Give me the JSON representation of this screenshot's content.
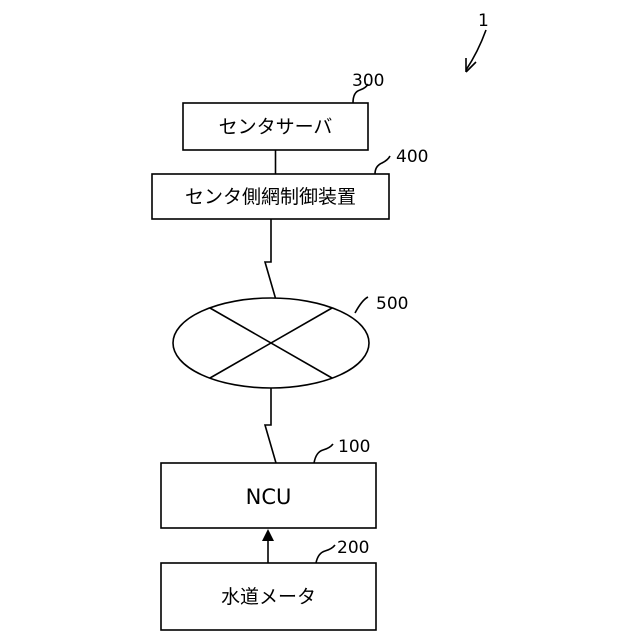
{
  "figure": {
    "system_ref": "1"
  },
  "nodes": {
    "center_server": {
      "label": "センタサーバ",
      "ref": "300"
    },
    "center_network_controller": {
      "label": "センタ側網制御装置",
      "ref": "400"
    },
    "network": {
      "ref": "500"
    },
    "ncu": {
      "label": "NCU",
      "ref": "100"
    },
    "water_meter": {
      "label": "水道メータ",
      "ref": "200"
    }
  }
}
